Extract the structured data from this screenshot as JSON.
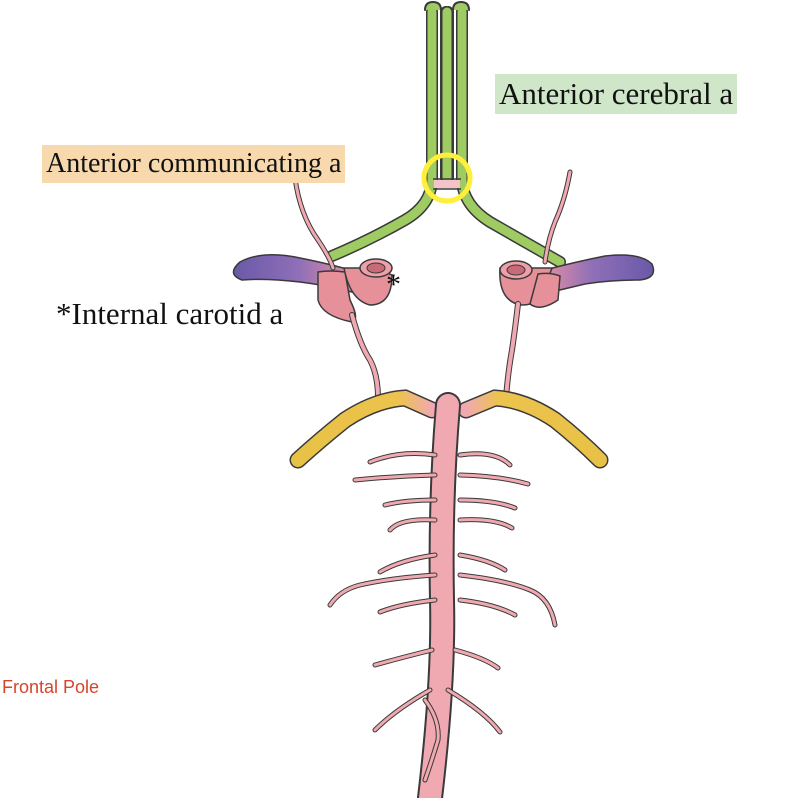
{
  "labels": {
    "anterior_cerebral": "Anterior cerebral a",
    "anterior_communicating": "Anterior communicating a",
    "internal_carotid": "*Internal carotid a",
    "asterisk": "*",
    "frontal_pole": "Frontal Pole"
  },
  "colors": {
    "anterior_cerebral_highlight": "#cfe6c9",
    "anterior_communicating_highlight": "#f8d9ae",
    "frontal_pole_text": "#d9432a",
    "aca_vessel": "#9ecb62",
    "ica_vessel": "#e6909a",
    "mca_vessel": "#6e5fa8",
    "pca_vessel": "#e3c14a",
    "basilar_vessel": "#f1a9b1",
    "acom_circle": "#ffef3a",
    "outline": "#3a3a3a"
  }
}
